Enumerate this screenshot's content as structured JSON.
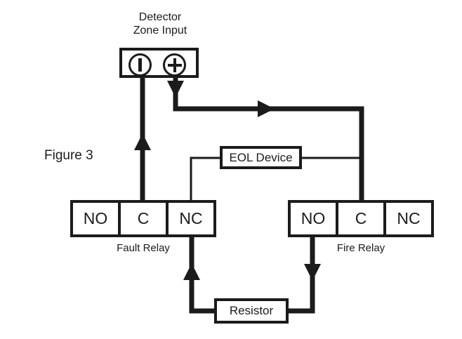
{
  "figure": {
    "label": "Figure 3",
    "background": "#ffffff",
    "ink_color": "#1b1b1b"
  },
  "detector": {
    "title_line1": "Detector",
    "title_line2": "Zone Input",
    "terminals": [
      {
        "icon": "line-terminal-icon",
        "symbol": "|",
        "name": "negative-terminal"
      },
      {
        "icon": "plus-terminal-icon",
        "symbol": "+",
        "name": "positive-terminal"
      }
    ]
  },
  "relays": [
    {
      "id": "fault",
      "caption": "Fault Relay",
      "cells": [
        "NO",
        "C",
        "NC"
      ]
    },
    {
      "id": "fire",
      "caption": "Fire Relay",
      "cells": [
        "NO",
        "C",
        "NC"
      ]
    }
  ],
  "components": [
    {
      "id": "eol",
      "label": "EOL Device"
    },
    {
      "id": "resistor",
      "label": "Resistor"
    }
  ],
  "wiring": {
    "thick_width": 7,
    "thin_width": 3,
    "arrow_directions": [
      "down",
      "right",
      "up",
      "up",
      "down"
    ]
  }
}
